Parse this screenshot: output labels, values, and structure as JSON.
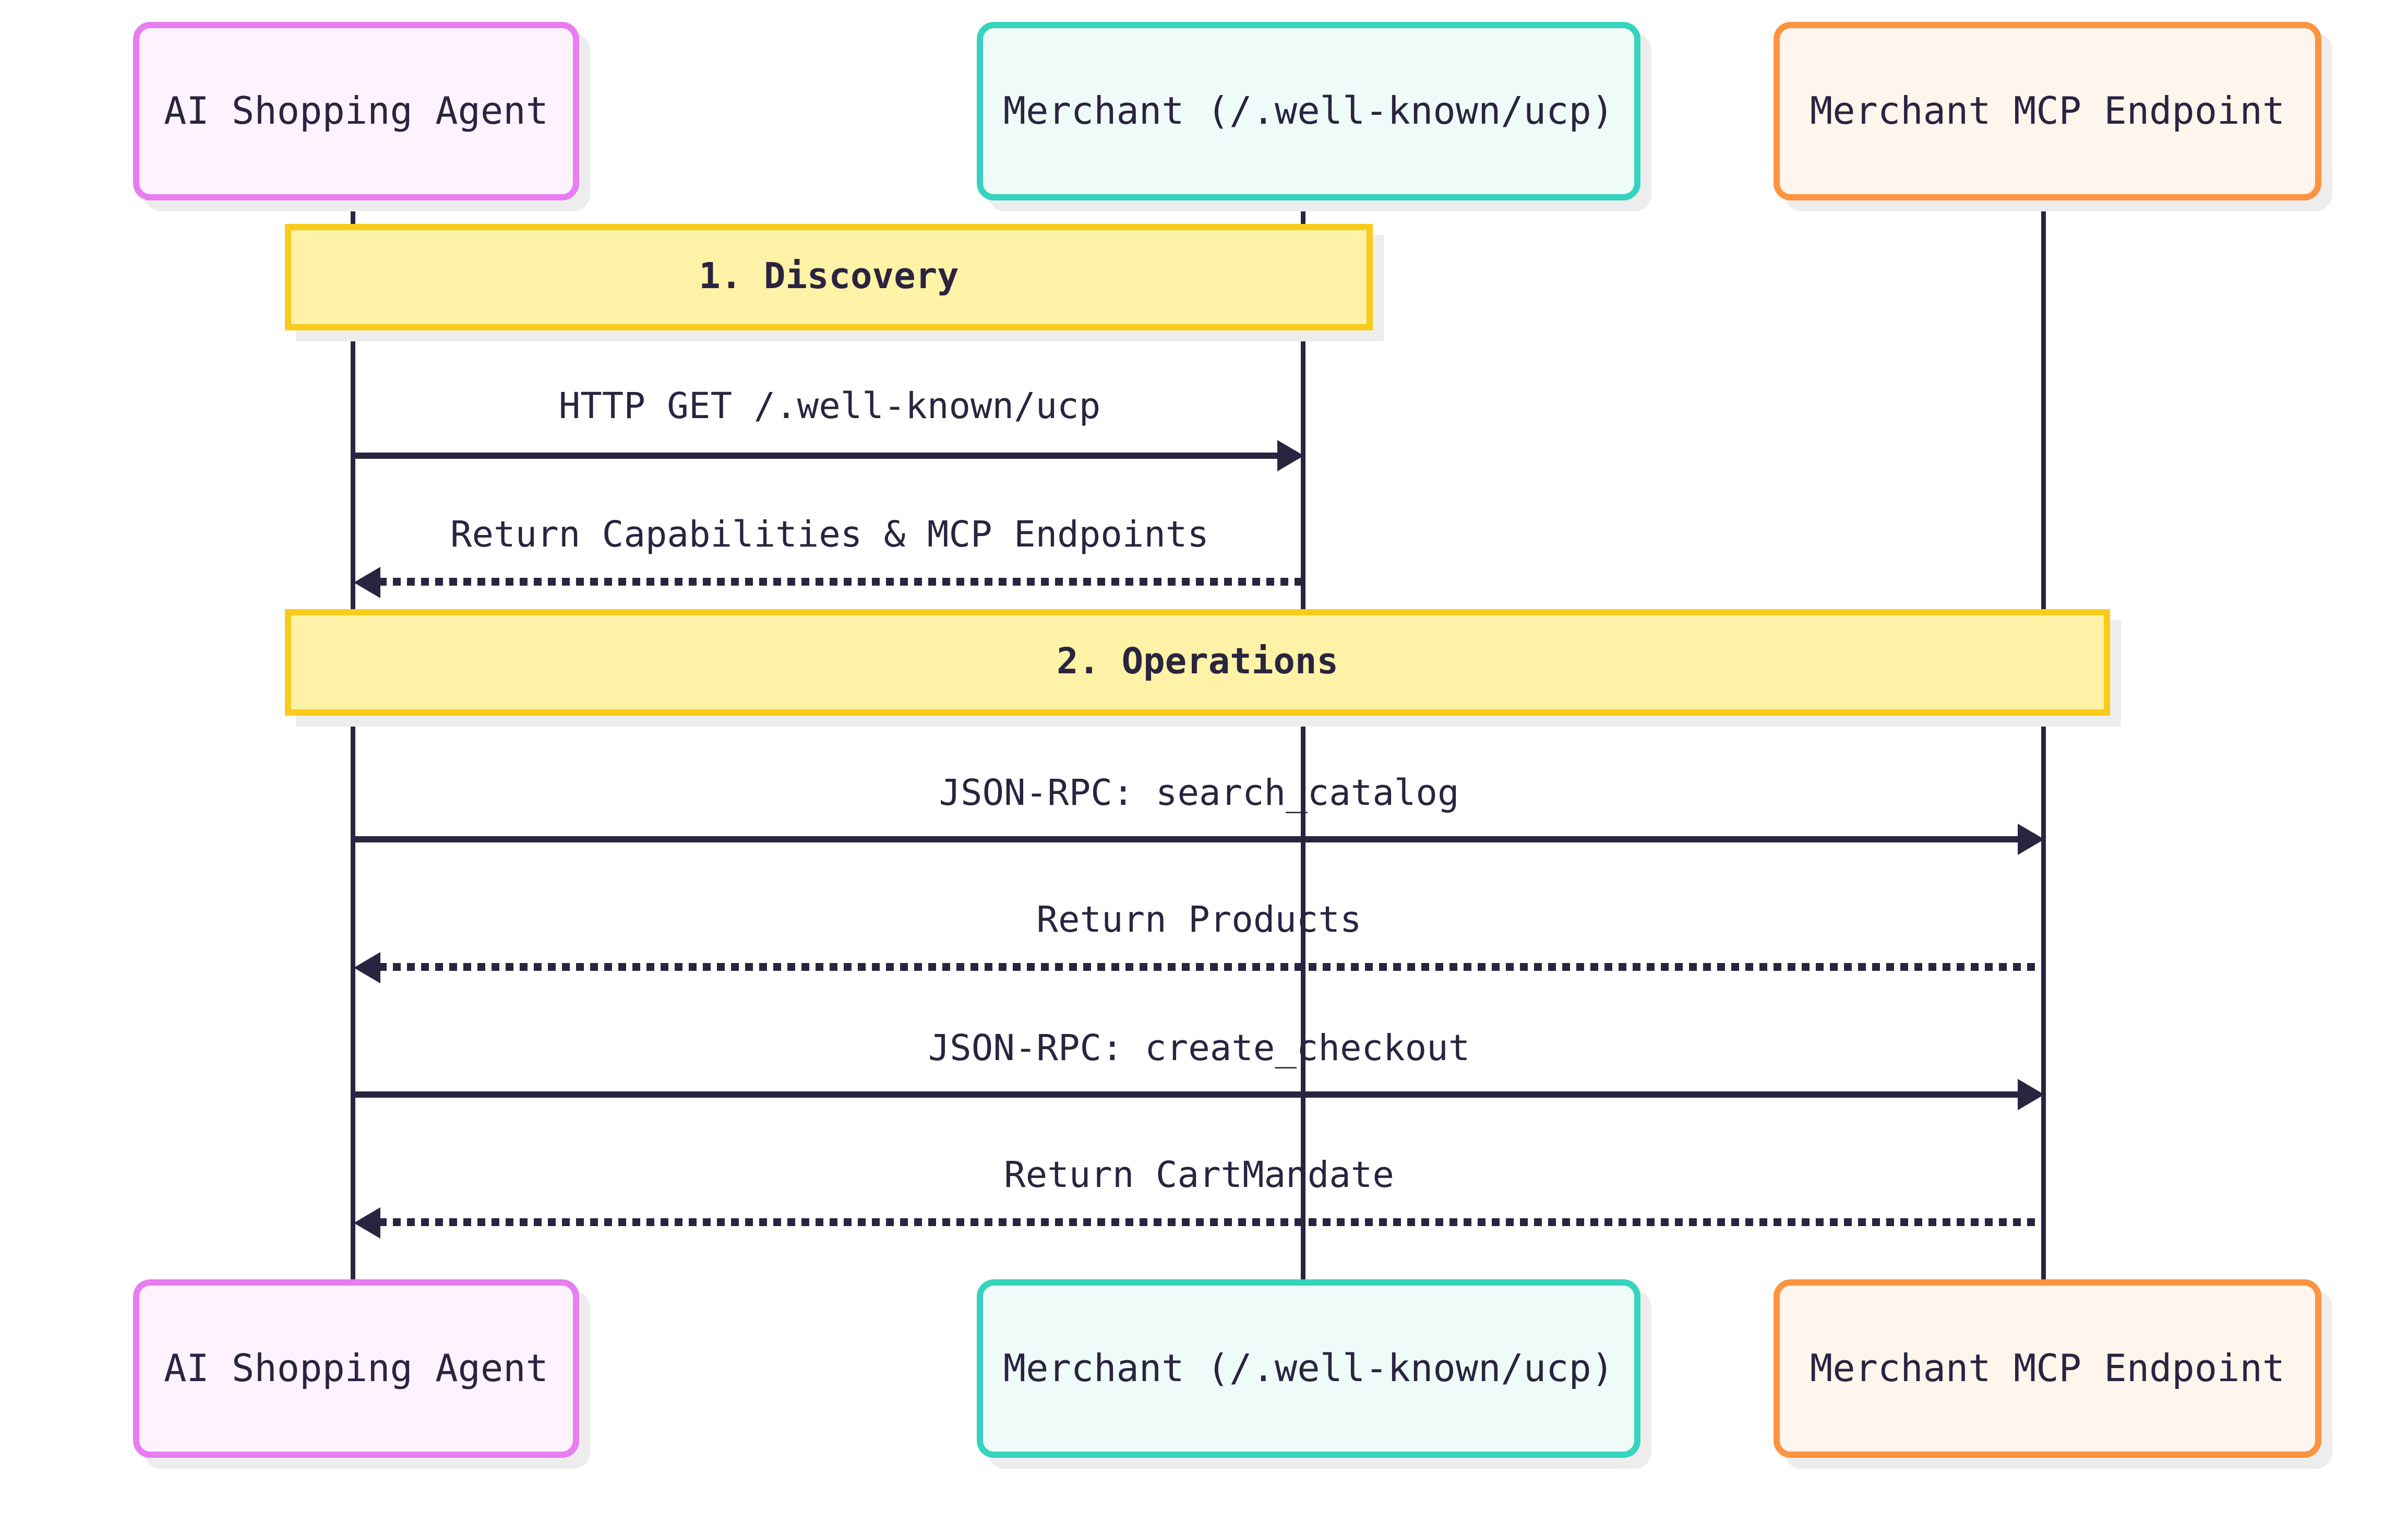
{
  "diagram": {
    "type": "sequence",
    "background_color": "#ffffff",
    "line_color": "#2a2440",
    "text_color": "#2a2440",
    "shadow_color": "#ededed",
    "section_border_color": "#f9cb1b",
    "section_fill_color": "#fdf2a6"
  },
  "actors": [
    {
      "label": "AI Shopping Agent",
      "border_color": "#e77df0",
      "fill_color": "#fdf2fe"
    },
    {
      "label": "Merchant (/.well-known/ucp)",
      "border_color": "#36d3bd",
      "fill_color": "#effbf8"
    },
    {
      "label": "Merchant MCP Endpoint",
      "border_color": "#fb9440",
      "fill_color": "#fef5ec"
    }
  ],
  "sections": [
    {
      "title": "1. Discovery"
    },
    {
      "title": "2. Operations"
    }
  ],
  "messages": [
    {
      "text": "HTTP GET /.well-known/ucp",
      "from": "AI Shopping Agent",
      "to": "Merchant (/.well-known/ucp)",
      "style": "solid",
      "direction": "right"
    },
    {
      "text": "Return Capabilities & MCP Endpoints",
      "from": "Merchant (/.well-known/ucp)",
      "to": "AI Shopping Agent",
      "style": "dotted",
      "direction": "left"
    },
    {
      "text": "JSON-RPC: search_catalog",
      "from": "AI Shopping Agent",
      "to": "Merchant MCP Endpoint",
      "style": "solid",
      "direction": "right"
    },
    {
      "text": "Return Products",
      "from": "Merchant MCP Endpoint",
      "to": "AI Shopping Agent",
      "style": "dotted",
      "direction": "left"
    },
    {
      "text": "JSON-RPC: create_checkout",
      "from": "AI Shopping Agent",
      "to": "Merchant MCP Endpoint",
      "style": "solid",
      "direction": "right"
    },
    {
      "text": "Return CartMandate",
      "from": "Merchant MCP Endpoint",
      "to": "AI Shopping Agent",
      "style": "dotted",
      "direction": "left"
    }
  ]
}
